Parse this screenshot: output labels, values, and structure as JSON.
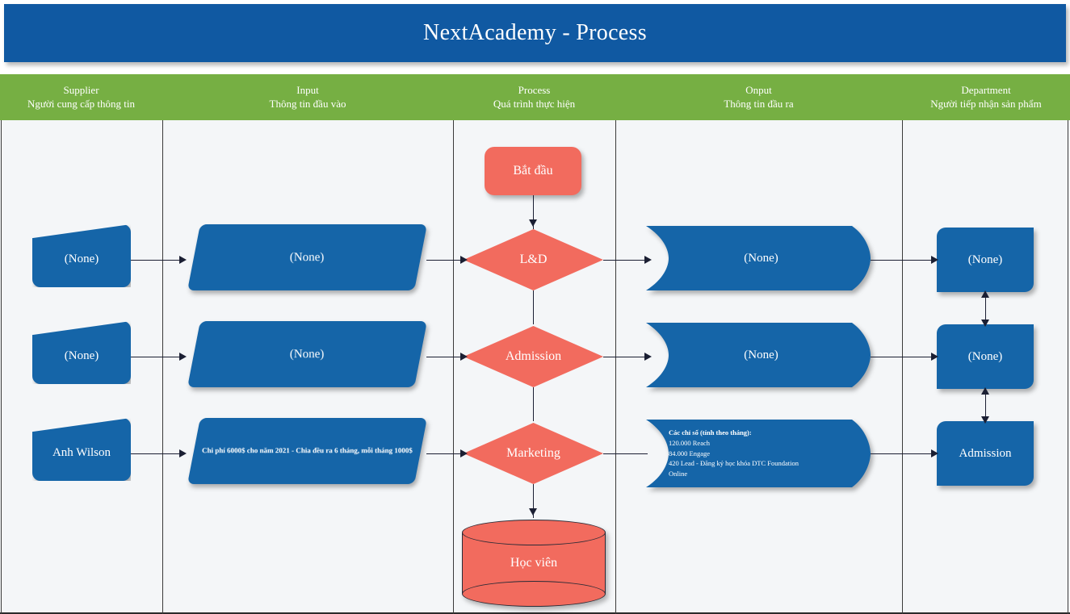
{
  "title": {
    "text": "NextAcademy - Process"
  },
  "columns": [
    {
      "en": "Supplier",
      "vi": "Người cung cấp thông tin"
    },
    {
      "en": "Input",
      "vi": "Thông tin đầu vào"
    },
    {
      "en": "Process",
      "vi": "Quá trình thực hiện"
    },
    {
      "en": "Onput",
      "vi": "Thông tin đầu ra"
    },
    {
      "en": "Department",
      "vi": "Người tiếp nhận sản phẩm"
    }
  ],
  "nodes": {
    "supplier": [
      {
        "label": "(None)"
      },
      {
        "label": "(None)"
      },
      {
        "label": "Anh Wilson"
      }
    ],
    "input": [
      {
        "label": "(None)"
      },
      {
        "label": "(None)"
      },
      {
        "label": "Chi phí 6000$ cho năm 2021 - Chia đều ra 6 tháng, mỗi tháng 1000$"
      }
    ],
    "process": {
      "start": {
        "label": "Bắt đầu"
      },
      "steps": [
        {
          "label": "L&D"
        },
        {
          "label": "Admission"
        },
        {
          "label": "Marketing"
        }
      ],
      "store": {
        "label": "Học viên"
      }
    },
    "onput": [
      {
        "label": "(None)"
      },
      {
        "label": "(None)"
      },
      {
        "lines": [
          "Các chỉ số (tính theo tháng):",
          "120.000 Reach",
          "84.000 Engage",
          "420 Lead - Đăng ký học khóa DTC Foundation",
          "Online"
        ]
      }
    ],
    "department": [
      {
        "label": "(None)"
      },
      {
        "label": "(None)"
      },
      {
        "label": "Admission"
      }
    ]
  },
  "colors": {
    "title_bar": "#1059A2",
    "header_band": "#76AF43",
    "lane_background": "#F4F6F8",
    "blue_shape": "#1565A8",
    "coral_shape": "#F26B5E",
    "connector": "#1b1f33",
    "text_on_shape": "#ffffff"
  }
}
